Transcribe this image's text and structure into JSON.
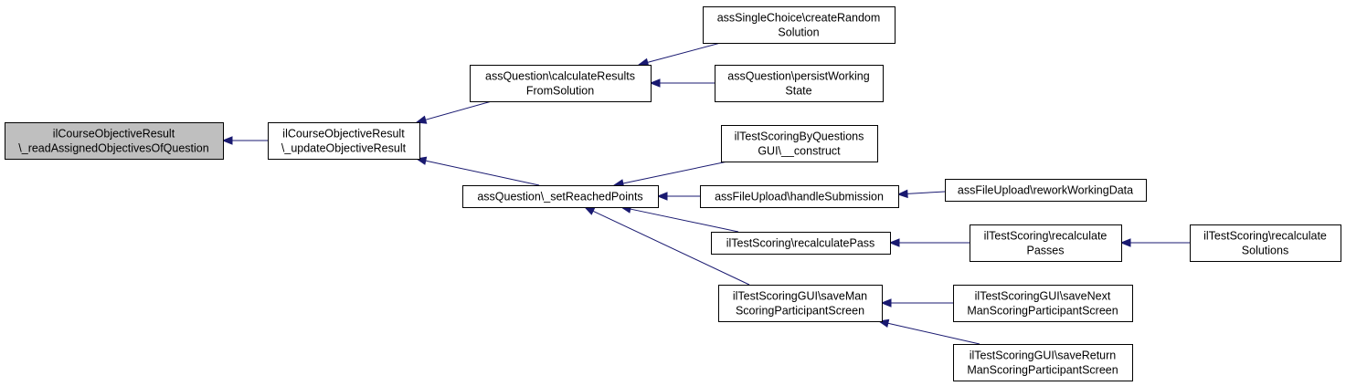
{
  "graph": {
    "colors": {
      "edge": "#191970",
      "root_fill": "#bfbfbf",
      "node_fill": "#ffffff",
      "border": "#000000"
    },
    "nodes": [
      {
        "id": "n0",
        "lines": [
          "ilCourseObjectiveResult",
          "\\_readAssignedObjectivesOfQuestion"
        ],
        "root": true
      },
      {
        "id": "n1",
        "lines": [
          "ilCourseObjectiveResult",
          "\\_updateObjectiveResult"
        ]
      },
      {
        "id": "n2",
        "lines": [
          "assQuestion\\calculateResults",
          "FromSolution"
        ]
      },
      {
        "id": "n3",
        "lines": [
          "assQuestion\\_setReachedPoints"
        ]
      },
      {
        "id": "n4",
        "lines": [
          "assSingleChoice\\createRandom",
          "Solution"
        ]
      },
      {
        "id": "n5",
        "lines": [
          "assQuestion\\persistWorking",
          "State"
        ]
      },
      {
        "id": "n6",
        "lines": [
          "ilTestScoringByQuestions",
          "GUI\\__construct"
        ]
      },
      {
        "id": "n7",
        "lines": [
          "assFileUpload\\handleSubmission"
        ]
      },
      {
        "id": "n8",
        "lines": [
          "ilTestScoring\\recalculatePass"
        ]
      },
      {
        "id": "n9",
        "lines": [
          "ilTestScoringGUI\\saveMan",
          "ScoringParticipantScreen"
        ]
      },
      {
        "id": "n10",
        "lines": [
          "assFileUpload\\reworkWorkingData"
        ]
      },
      {
        "id": "n11",
        "lines": [
          "ilTestScoring\\recalculate",
          "Passes"
        ]
      },
      {
        "id": "n12",
        "lines": [
          "ilTestScoringGUI\\saveNext",
          "ManScoringParticipantScreen"
        ]
      },
      {
        "id": "n13",
        "lines": [
          "ilTestScoringGUI\\saveReturn",
          "ManScoringParticipantScreen"
        ]
      },
      {
        "id": "n14",
        "lines": [
          "ilTestScoring\\recalculate",
          "Solutions"
        ]
      }
    ],
    "edges": [
      {
        "from": "n1",
        "to": "n0"
      },
      {
        "from": "n2",
        "to": "n1"
      },
      {
        "from": "n3",
        "to": "n1"
      },
      {
        "from": "n4",
        "to": "n2"
      },
      {
        "from": "n5",
        "to": "n2"
      },
      {
        "from": "n6",
        "to": "n3"
      },
      {
        "from": "n7",
        "to": "n3"
      },
      {
        "from": "n8",
        "to": "n3"
      },
      {
        "from": "n9",
        "to": "n3"
      },
      {
        "from": "n10",
        "to": "n7"
      },
      {
        "from": "n11",
        "to": "n8"
      },
      {
        "from": "n12",
        "to": "n9"
      },
      {
        "from": "n13",
        "to": "n9"
      },
      {
        "from": "n14",
        "to": "n11"
      }
    ]
  }
}
